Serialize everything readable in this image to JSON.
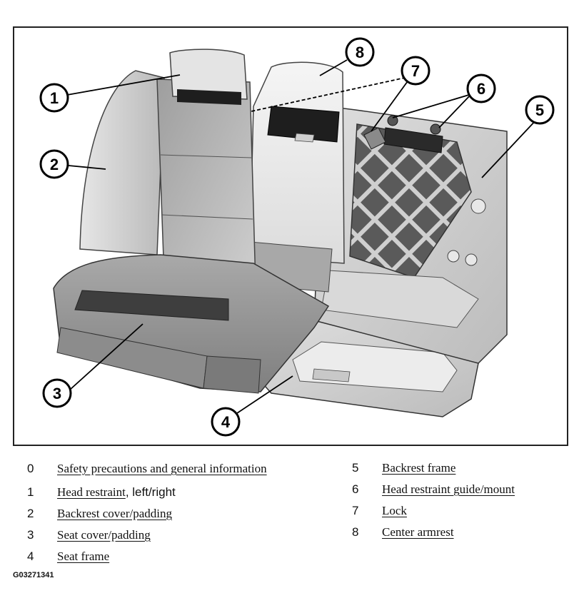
{
  "callouts": [
    "1",
    "2",
    "3",
    "4",
    "5",
    "6",
    "7",
    "8"
  ],
  "legend": [
    {
      "num": "0",
      "label": "Safety precautions and general information",
      "suffix": ""
    },
    {
      "num": "1",
      "label": "Head restraint",
      "suffix": ", left/right"
    },
    {
      "num": "2",
      "label": "Backrest cover/padding",
      "suffix": ""
    },
    {
      "num": "3",
      "label": "Seat cover/padding",
      "suffix": ""
    },
    {
      "num": "4",
      "label": "Seat frame",
      "suffix": ""
    },
    {
      "num": "5",
      "label": "Backrest frame",
      "suffix": ""
    },
    {
      "num": "6",
      "label": "Head restraint guide/mount",
      "suffix": ""
    },
    {
      "num": "7",
      "label": "Lock",
      "suffix": ""
    },
    {
      "num": "8",
      "label": "Center armrest",
      "suffix": ""
    }
  ],
  "figure_id": "G03271341"
}
